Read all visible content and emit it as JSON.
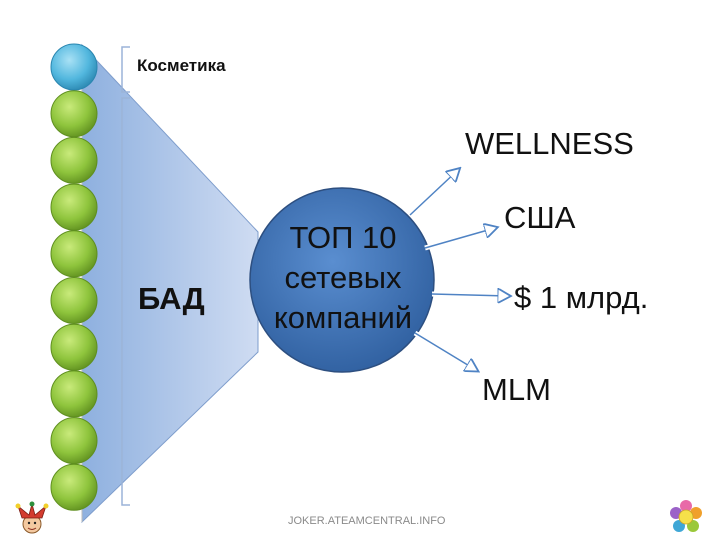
{
  "diagram": {
    "top_label": "Косметика",
    "side_label": "БАД",
    "center_lines": [
      "ТОП 10",
      "сетевых",
      "компаний"
    ],
    "outputs": [
      "WELLNESS",
      "США",
      "$ 1 млрд.",
      "MLM"
    ]
  },
  "footer": {
    "source": "JOKER.ATEAMCENTRAL.INFO"
  },
  "icons": [
    "jester-icon",
    "flower-icon"
  ],
  "colors": {
    "funnel": "#a9c3e6",
    "circle": "#3d72b7",
    "ball_green": "#8ec43c",
    "ball_blue": "#52b7de",
    "arrow": "#4f83c4"
  }
}
